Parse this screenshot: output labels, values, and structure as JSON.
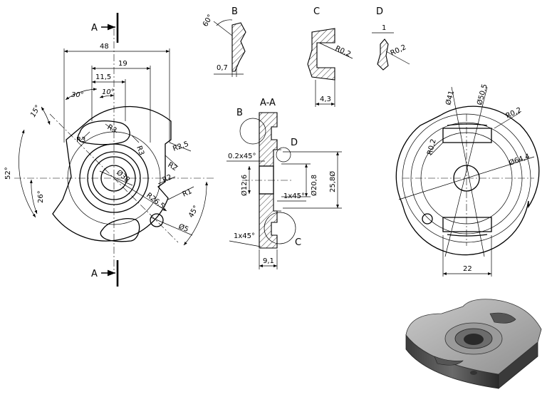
{
  "section_marks": {
    "top": "A",
    "bottom": "A",
    "title": "A-A"
  },
  "detail_titles": {
    "b": "B",
    "c": "C",
    "d": "D"
  },
  "front_dims": {
    "w48": "48",
    "w19": "19",
    "w11_5": "11,5",
    "a30": "30°",
    "a10": "10°",
    "a15": "15°",
    "a52": "52°",
    "a26": "26°",
    "a45": "45°",
    "r3a": "R3",
    "r3b": "R3",
    "r3c": "R3",
    "r2_5": "R2,5",
    "r2a": "R2",
    "r2b": "R2",
    "d38": "Ø38",
    "r26_5": "R26,5",
    "r1": "R1",
    "d5": "Ø5"
  },
  "section_dims": {
    "ch02": "0.2x45°",
    "d12_6": "Ø12,6",
    "d20_8": "Ø20,8",
    "d25_8": "25,8Ø",
    "ch1a": "1x45°",
    "ch1b": "1x45°",
    "w9_1": "9,1",
    "b": "B",
    "c": "C",
    "d": "D"
  },
  "detail_dims": {
    "b60": "60°",
    "b07": "0,7",
    "c_r": "R0,2",
    "c43": "4,3",
    "d1": "1",
    "d_r": "R0,2"
  },
  "rear_dims": {
    "d41": "Ø41",
    "d50_5": "Ø50,5",
    "r02a": "R0,2",
    "r02b": "R0,2",
    "d64_4": "Ø64,4",
    "w22": "22"
  }
}
